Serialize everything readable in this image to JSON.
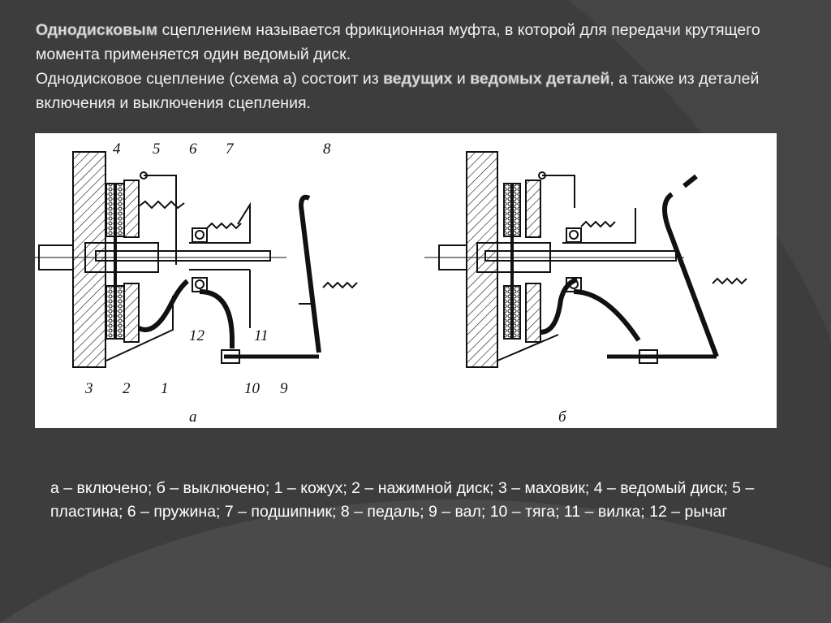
{
  "intro": {
    "line1_bold": "Однодисковым",
    "line1_rest": " сцеплением называется фрикционная муфта, в которой для передачи крутящего момента применяется один ведомый диск.",
    "line2_start": "Однодисковое сцепление (схема а) состоит из ",
    "line2_bold1": "ведущих",
    "line2_mid": " и ",
    "line2_bold2": "ведомых деталей",
    "line2_end": ", а также из деталей включения и выключения сцепления."
  },
  "figure": {
    "captions": [
      "а",
      "б"
    ],
    "part_numbers": [
      "4",
      "5",
      "6",
      "7",
      "8",
      "12",
      "11",
      "3",
      "2",
      "1",
      "10",
      "9"
    ]
  },
  "legend": {
    "text": "а – включено; б – выключено; 1 – кожух; 2 – нажимной диск; 3 – маховик; 4 – ведомый диск; 5 – пластина; 6 – пружина; 7 – подшипник; 8 – педаль; 9 – вал; 10 – тяга; 11 – вилка; 12 – рычаг"
  },
  "colors": {
    "background": "#3d3d3d",
    "text": "#ffffff"
  }
}
